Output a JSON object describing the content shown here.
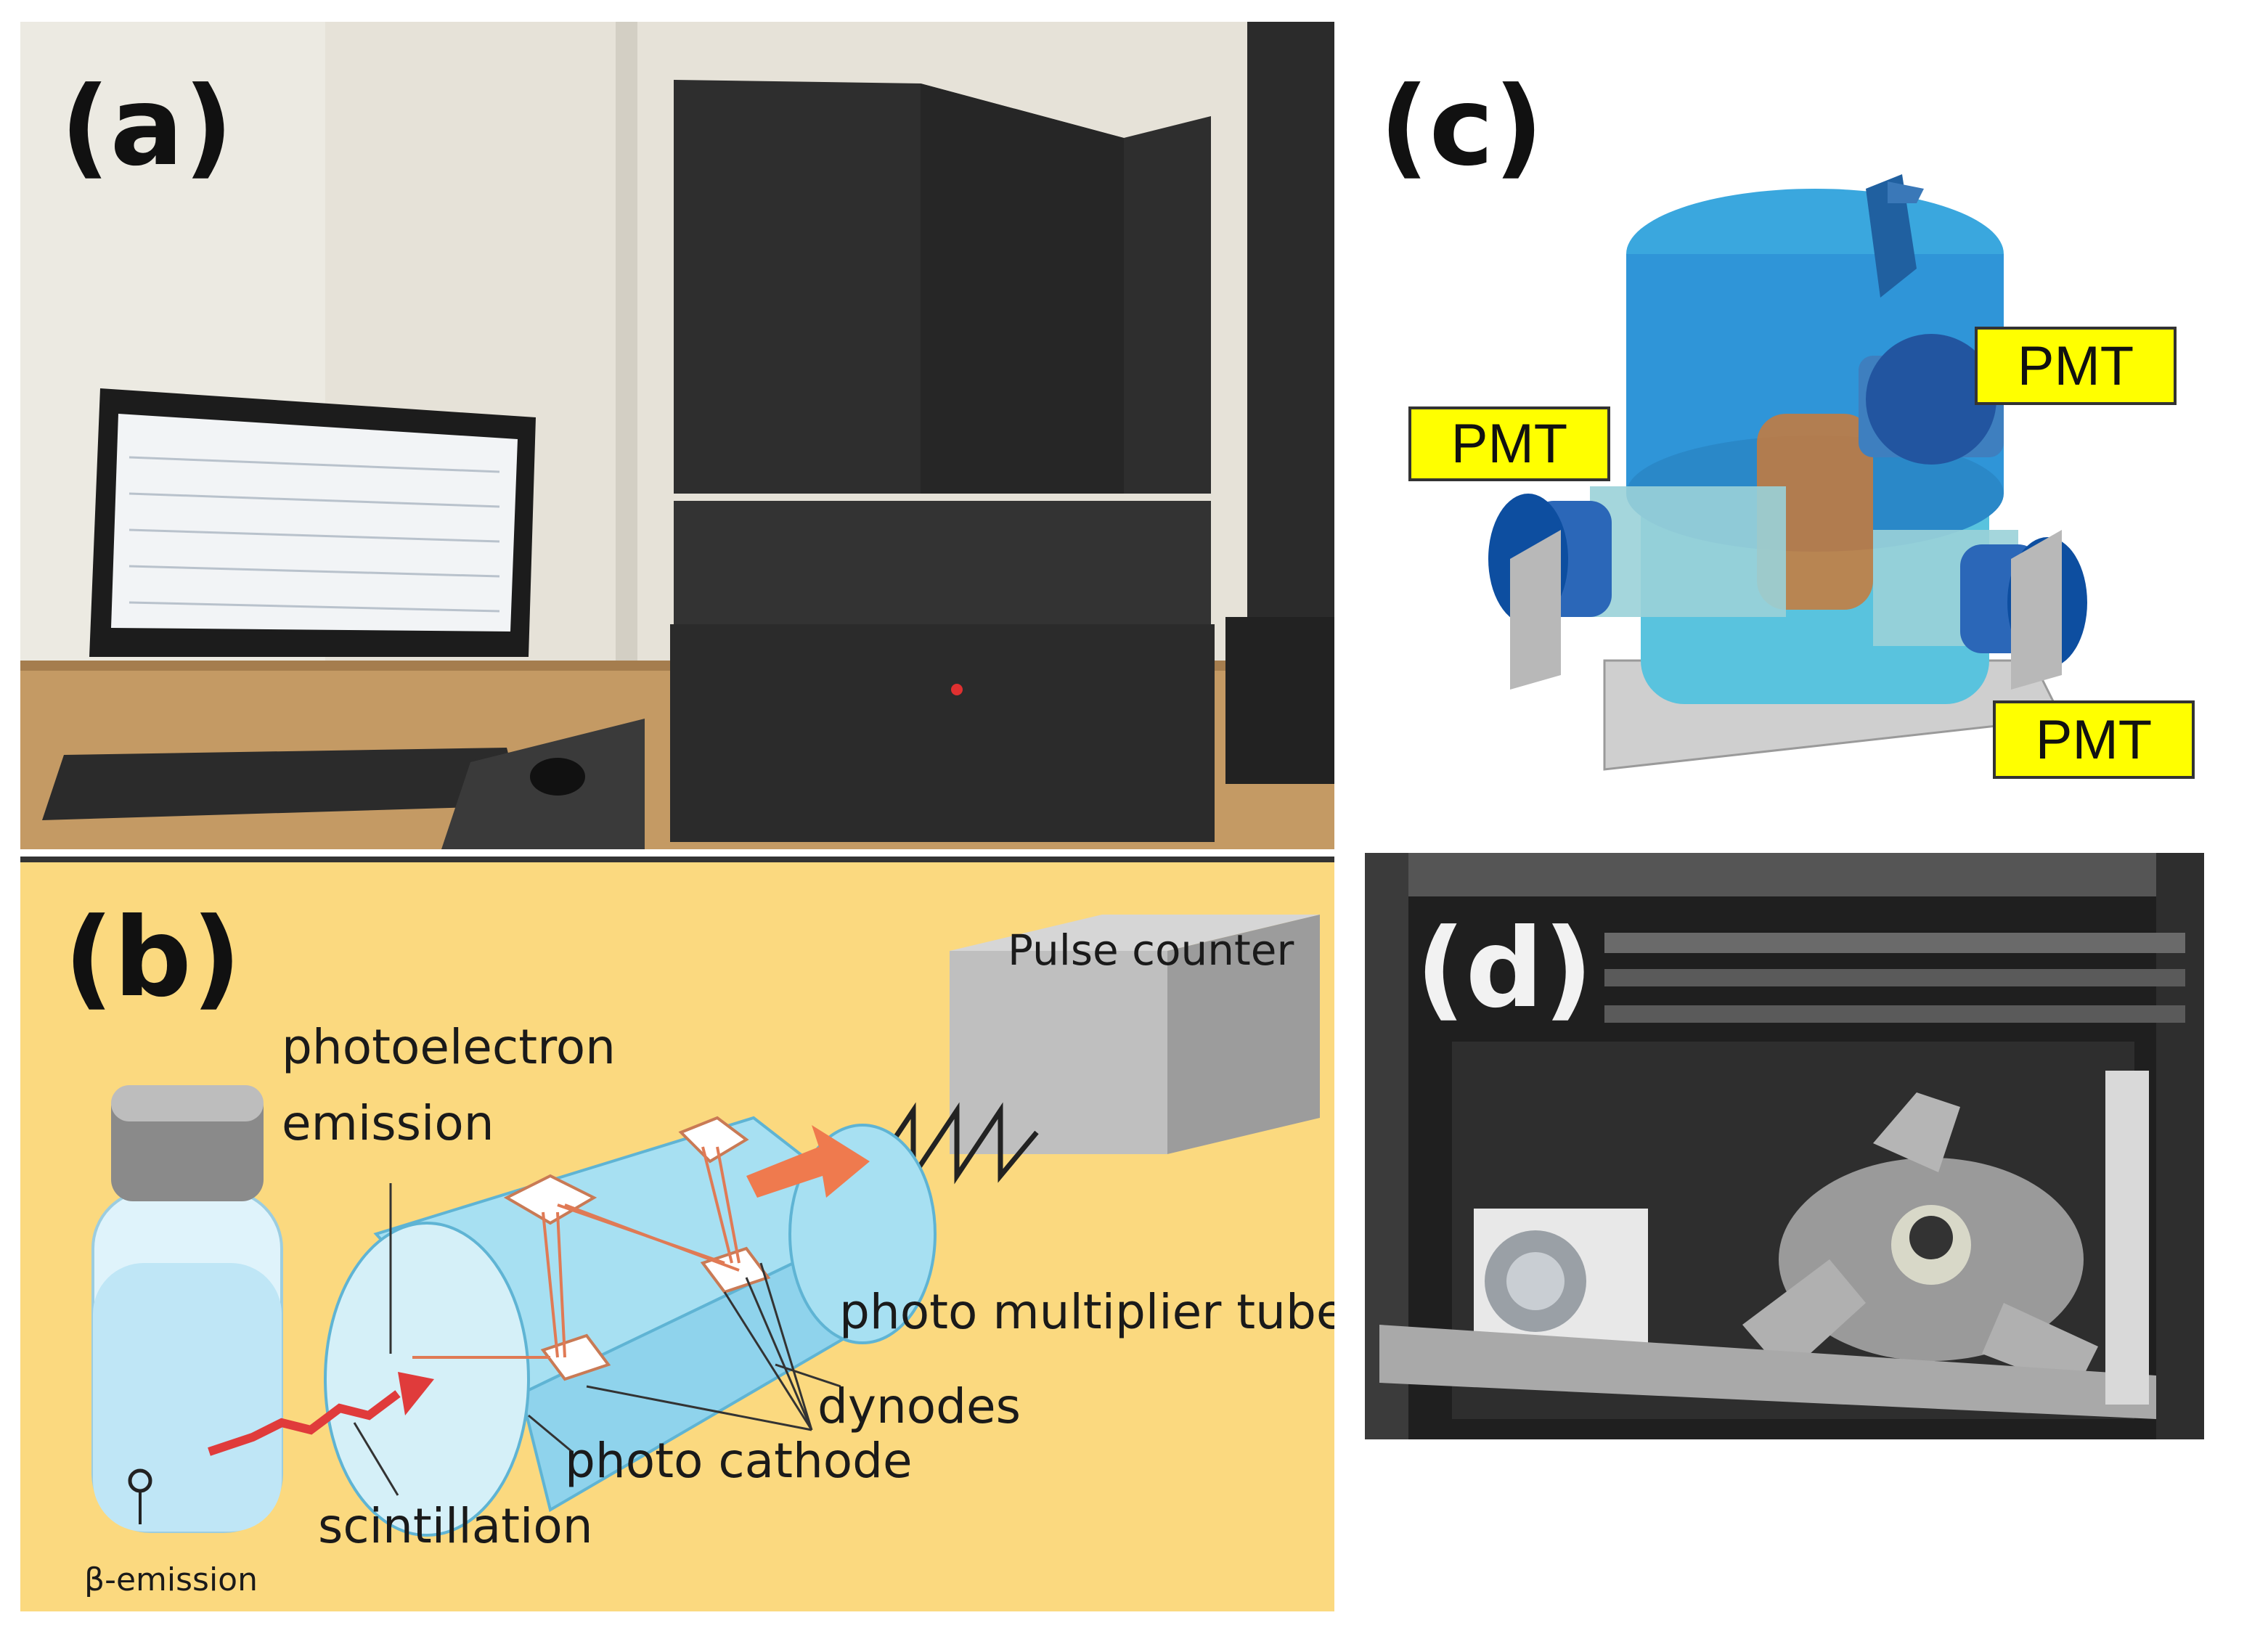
{
  "panels": {
    "a": {
      "label": "(a)"
    },
    "b": {
      "label": "(b)",
      "pulse_counter": "Pulse counter",
      "photoelectron_line1": "photoelectron",
      "photoelectron_line2": "emission",
      "pmt_tube": "photo multiplier tube",
      "dynodes": "dynodes",
      "photo_cathode": "photo cathode",
      "scintillation": "scintillation",
      "beta_emission": "β-emission"
    },
    "c": {
      "label": "(c)",
      "pmt_labels": [
        "PMT",
        "PMT",
        "PMT"
      ]
    },
    "d": {
      "label": "(d)"
    }
  },
  "colors": {
    "tag_yellow": "#ffff00",
    "panel_b_background": "#fbd97f",
    "instrument_body": "#2a2a2a",
    "pmt_blue": "#2f95d8"
  }
}
